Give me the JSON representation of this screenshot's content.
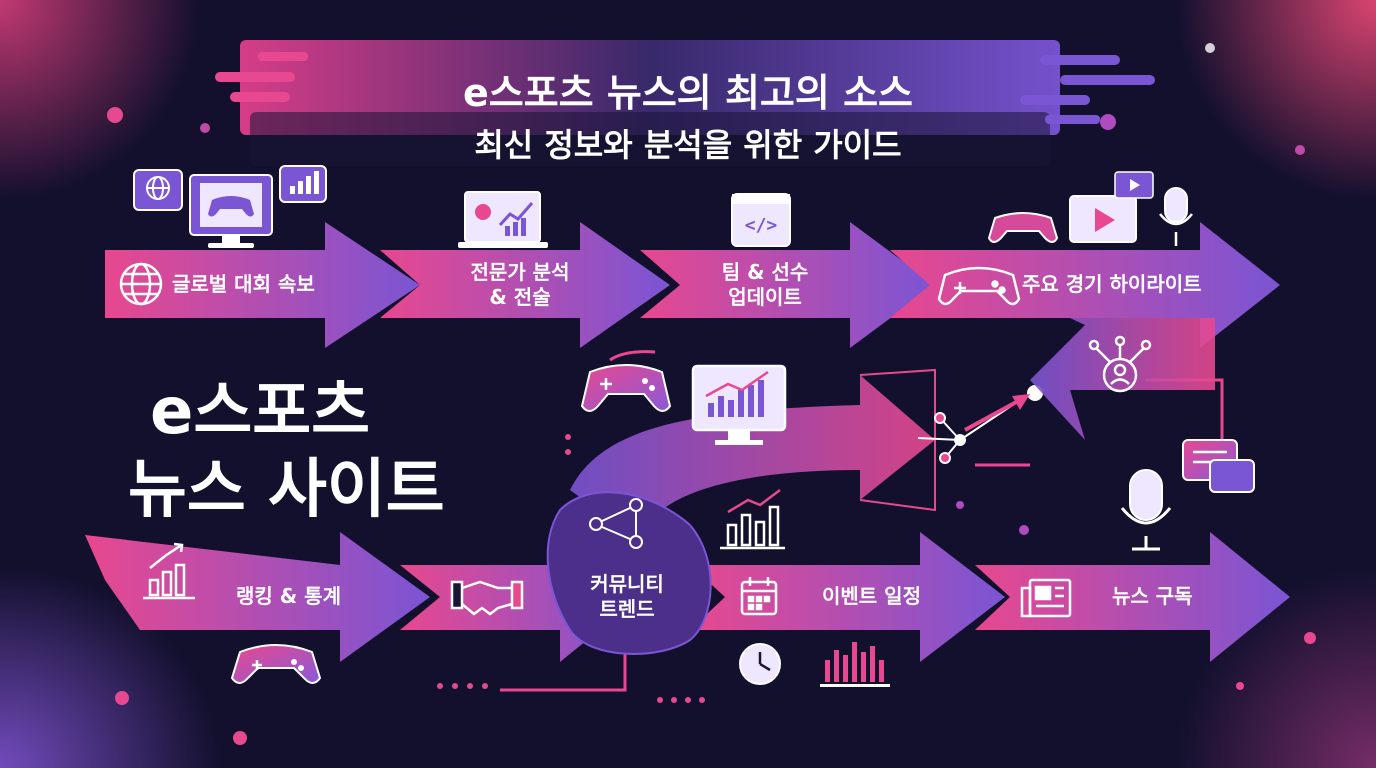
{
  "header": {
    "title": "e스포츠 뉴스의 최고의 소스",
    "subtitle": "최신 정보와 분석을 위한 가이드"
  },
  "hero": {
    "line1": "e스포츠",
    "line2": "뉴스 사이트"
  },
  "steps": {
    "global": "글로벌 대회 속보",
    "expert_1": "전문가 분석",
    "expert_2": "& 전술",
    "team_1": "팀 & 선수",
    "team_2": "업데이트",
    "highlights": "주요 경기 하이라이트",
    "ranking": "랭킹 & 통계",
    "community_1": "커뮤니티",
    "community_2": "트렌드",
    "events": "이벤트 일정",
    "subscribe": "뉴스 구독"
  },
  "icons": [
    "globe-icon",
    "monitor-gamepad-icon",
    "chat-bubble-icon",
    "bar-chart-icon",
    "laptop-analytics-icon",
    "code-calendar-icon",
    "gamepad-icon",
    "video-play-icon",
    "microphone-icon",
    "network-user-icon",
    "trend-chart-icon",
    "handshake-icon",
    "community-network-icon",
    "calendar-icon",
    "clock-icon",
    "newspaper-icon",
    "message-bubbles-icon",
    "monitor-chart-icon"
  ],
  "colors": {
    "background": "#13102e",
    "magenta": "#e8488f",
    "violet": "#7a55d4",
    "purple": "#a24bc9"
  }
}
